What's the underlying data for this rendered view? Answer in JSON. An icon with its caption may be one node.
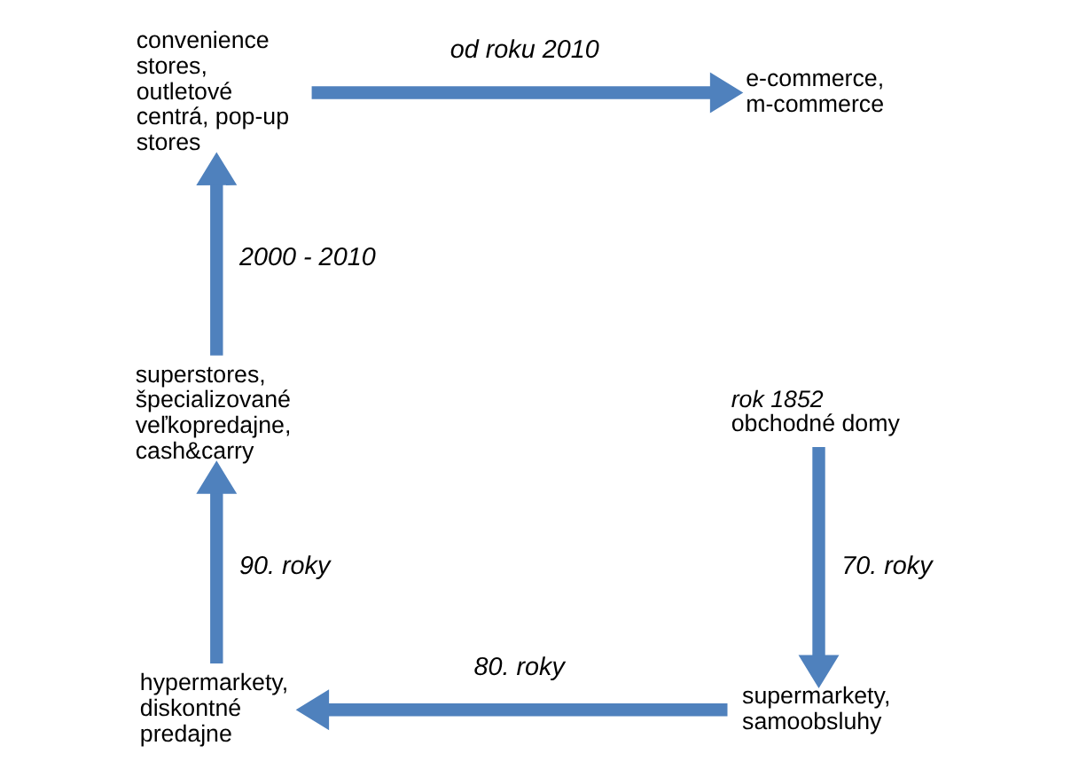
{
  "diagram": {
    "nodes": [
      {
        "text": [
          "convenience stores, outletové centrá, pop-up stores"
        ]
      },
      {
        "text": [
          "e-commerce, m-commerce"
        ]
      },
      {
        "text": [
          "obchodné domy"
        ],
        "beside": [
          "rok 1852"
        ]
      },
      {
        "text": [
          "supermarkety, samoobsluhy"
        ]
      },
      {
        "text": [
          "hypermarkety, diskontné predajne"
        ]
      },
      {
        "text": [
          "superstores, špecializované veľkopredajne, cash&carry"
        ]
      }
    ],
    "edges": [
      {
        "from": 0,
        "to": 1,
        "arrow": "to",
        "label": "od roku 2010"
      },
      {
        "from": 2,
        "to": 3,
        "arrow": "to",
        "label": "70. roky"
      },
      {
        "from": 3,
        "to": 4,
        "arrow": "to",
        "label": "80. roky"
      },
      {
        "from": 4,
        "to": 5,
        "arrow": "to",
        "label": "90. roky"
      },
      {
        "from": 5,
        "to": 0,
        "arrow": "to",
        "label": "2000 - 2010"
      }
    ]
  }
}
